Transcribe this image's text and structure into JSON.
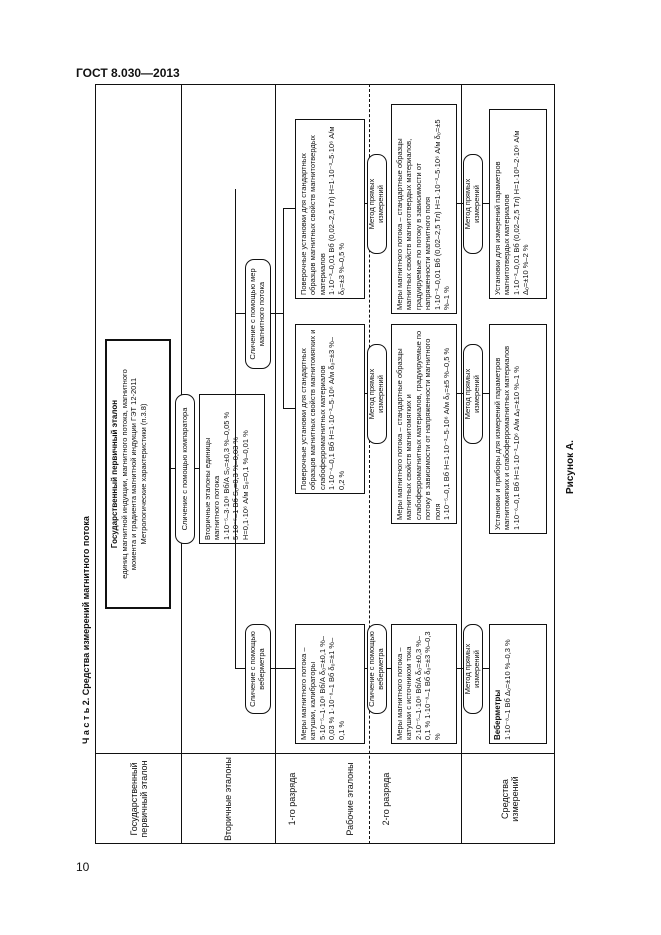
{
  "header": {
    "doc": "ГОСТ 8.030—2013"
  },
  "page_number": "10",
  "part_title": "Ч а с т ь 2. Средства измерений магнитного потока",
  "figure_caption": "Рисунок А.",
  "rows": {
    "primary": "Государственный первичный эталон",
    "secondary": "Вторичные эталоны",
    "rank1": "1-го разряда",
    "rank2": "2-го разряда",
    "working": "Рабочие эталоны",
    "instruments": "Средства измерений"
  },
  "primary_box": {
    "title": "Государственный первичный эталон",
    "line1": "единиц магнитной индукции, магнитного потока, магнитного",
    "line2": "момента и градиента магнитной индукции ГЭТ 12-2011",
    "line3": "Метрологические характеристики (п.3.8)"
  },
  "comparator": "Сличение с помощью компаратора",
  "secondary_box": {
    "title": "Вторичные эталоны единицы магнитного потока",
    "line1": "1·10⁻⁵–3·10⁶ Вб/А   S₀=±0,3 %–0,05 %",
    "line2": "5·10⁻⁵–1 Вб   S₀=0,3 %–0,03 %",
    "line3": "H=0,1·10⁶ А/м   S₀=0,1 %–0,01 %"
  },
  "compare_weber": "Сличение с помощью веберметра",
  "compare_measures": "Сличение с помощью мер магнитного потока",
  "direct_method": "Метод прямых измерений",
  "rank1_boxes": [
    {
      "text": "Меры магнитного потока – катушки, калибраторы",
      "vals": "5·10⁻⁵–1·10⁶ Вб/А  δ₀=±0,1 %–0,03 %  1·10⁻⁸–1 Вб  δ₀=±1 %–0,1 %"
    },
    {
      "text": "Поверочные установки для стандартных образцов магнитных свойств магнитомягких и слабоферромагнитных материалов",
      "vals": "1·10⁻⁴–0,1 Вб   H=1·10⁻³–5·10⁶ А/м  δ₀=±3 %–0,2 %"
    },
    {
      "text": "Поверочные установки для стандартных образцов магнитных свойств магнитотвердых материалов",
      "vals": "1·10⁻³–0,01 Вб (0,02–2,5 Тл)  H=1·10⁻³–5·10⁶ А/м  δ₀=±3 %–0,5 %"
    }
  ],
  "rank2_boxes": [
    {
      "text": "Меры магнитного потока – катушки с источником тока",
      "vals": "2·10⁻⁵–1·10⁶ Вб/А  δ₀=±0,3 %–0,1 %  1·10⁻⁸–1 Вб  δ₀=±3 %–0,3 %"
    },
    {
      "text": "Меры магнитного потока – стандартные образцы магнитных свойств магнитомягких и слабоферромагнитных материалов, градуируемые по потоку в зависимости от напряженности магнитного поля",
      "vals": "1·10⁻⁵–0,1 Вб   H=1·10⁻³–5·10⁶ А/м  δ₀=±5 %–0,5 %"
    },
    {
      "text": "Меры магнитного потока – стандартные образцы магнитных свойств магнитотвердых материалов, градуируемые по потоку в зависимости от напряженности магнитного поля",
      "vals": "1·10⁻³–0,01 Вб (0,02–2,5 Тл)  H=1·10⁻³–5·10⁶ А/м  δ₀=±5 %–1 %"
    }
  ],
  "instrument_boxes": [
    {
      "text": "Веберметры",
      "vals": "1·10⁻⁸–1 Вб  Δₒ=±10 %–0,3 %"
    },
    {
      "text": "Установки и приборы для измерений параметров магнитомягких и слабоферромагнитных материалов",
      "vals": "1·10⁻⁶–0,1 Вб  H=1·10⁻³–10⁶ А/м  Δₒ=±10 %–1 %"
    },
    {
      "text": "Установки для измерений параметров магнитотвердых материалов",
      "vals": "1·10⁻³–0,01 Вб (0,02–2,5 Тл)  H=1·10³–2·10⁶ А/м  Δₒ=±10 %–2 %"
    }
  ]
}
